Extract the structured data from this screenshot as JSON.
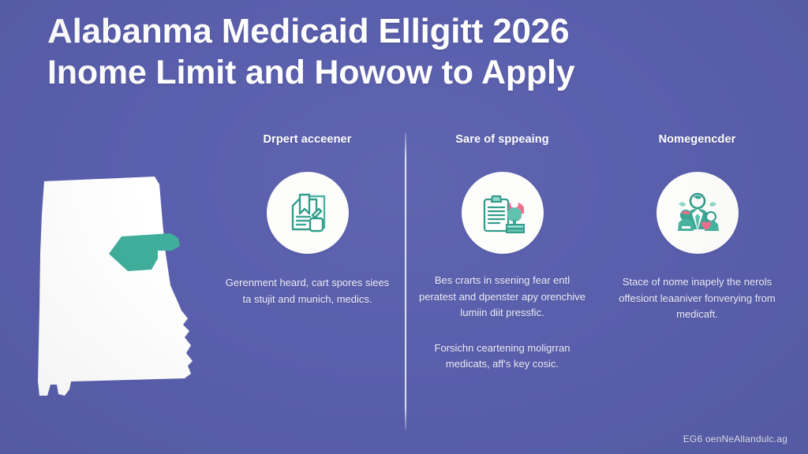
{
  "poster": {
    "background_color": "#5a5fad",
    "accent_teal": "#3fae9a",
    "accent_pink": "#ef6e8a",
    "text_color": "#ffffff"
  },
  "headline": {
    "line1": "Alabanma Medicaid Elligitt 2026",
    "line2": "Inome Limit and Howow to Apply"
  },
  "map": {
    "name": "alabama-state-map",
    "fill": "#ffffff",
    "highlight_fill": "#3fae9a",
    "highlight_name": "highlighted-region"
  },
  "columns": [
    {
      "title": "Drpert acceener",
      "icon": "document-application-icon",
      "paragraphs": [
        "Gerenment heard, cart spores siees ta stujit and munich, medics."
      ]
    },
    {
      "title": "Sare of sppeaing",
      "icon": "clipboard-checklist-icon",
      "paragraphs": [
        "Bes crarts in ssening fear entl peratest and dpenster apy orenchive lumiin diit pressfic.",
        "Forsichn ceartening moligrran medicats, aff's key cosic."
      ]
    },
    {
      "title": "Nomegencder",
      "icon": "family-group-icon",
      "paragraphs": [
        "Stace of nome inapely the nerols offesiont leaaniver fonverying from medicaft."
      ]
    }
  ],
  "footer": {
    "credit": "EG6 oenNeAllandulc.ag"
  }
}
